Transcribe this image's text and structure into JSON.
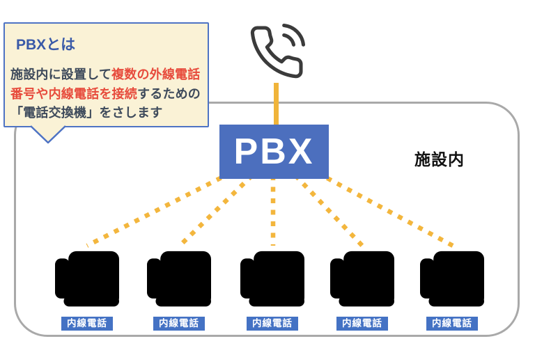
{
  "callout": {
    "title": "PBXとは",
    "body_part1": "施設内に設置して",
    "body_highlight": "複数の外線電話番号や内線電話を接続",
    "body_part2": "するための「電話交換機」をさします",
    "bg_color": "#FAF2D6",
    "border_color": "#4E73C4",
    "title_color": "#3A5AA8",
    "text_color": "#3E4A5B",
    "highlight_color": "#E74B3C"
  },
  "external_line": {
    "icon": "ringing-handset-icon",
    "line_color": "#F0B43A"
  },
  "pbx": {
    "label": "PBX",
    "bg_color": "#4C6FBE",
    "text_color": "#FFFFFF"
  },
  "facility": {
    "label": "施設内",
    "border_color": "#A9A9A9"
  },
  "phones": [
    {
      "label": "内線電話"
    },
    {
      "label": "内線電話"
    },
    {
      "label": "内線電話"
    },
    {
      "label": "内線電話"
    },
    {
      "label": "内線電話"
    }
  ],
  "colors": {
    "connection_orange": "#F3B63D",
    "phone_gray": "#7B7B7B",
    "label_blue": "#4472C4"
  }
}
